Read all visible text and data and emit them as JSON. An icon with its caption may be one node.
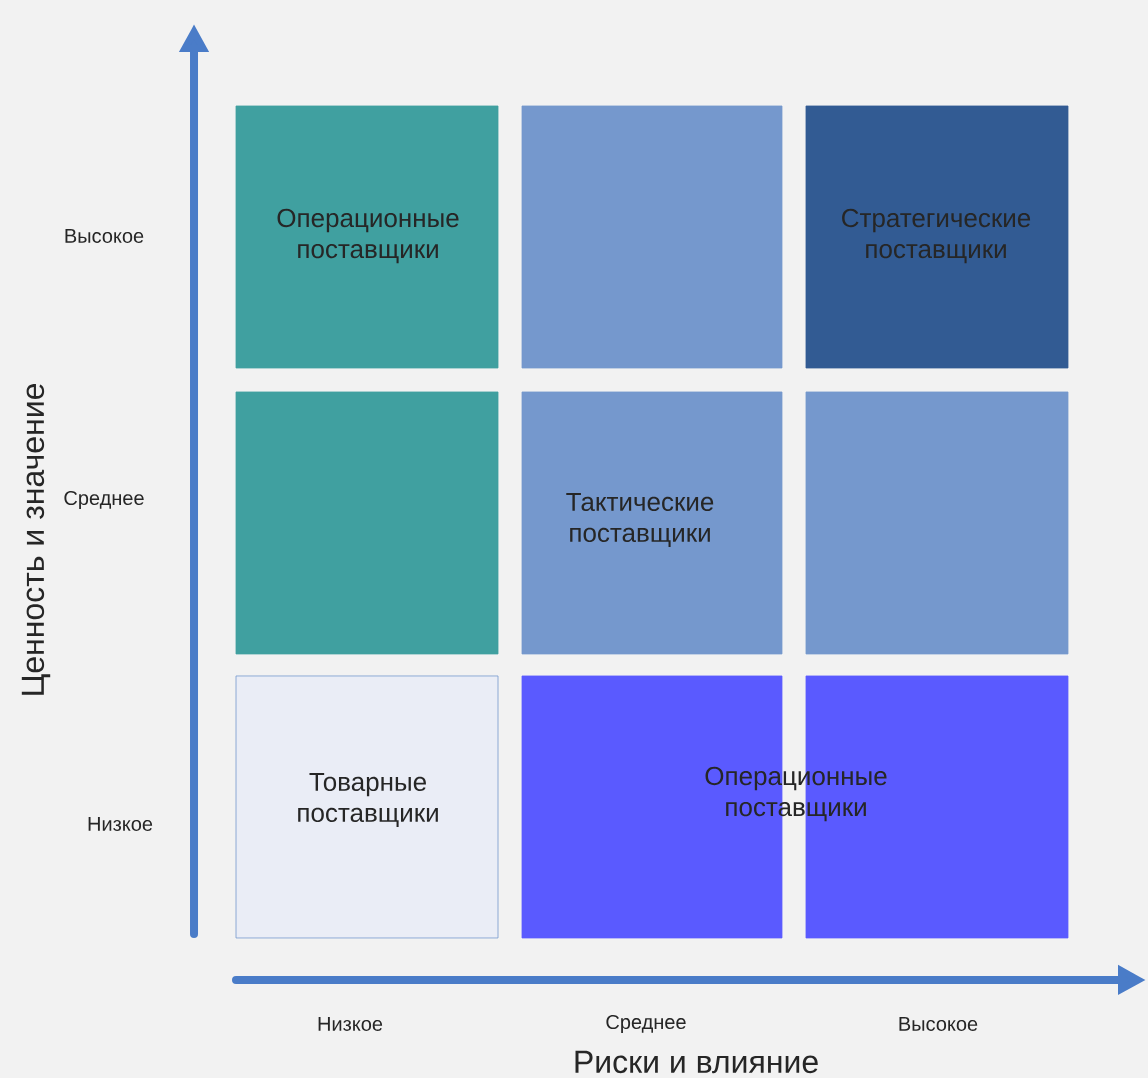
{
  "diagram": {
    "nodes": [
      {
        "text": [
          "Операционные поставщики"
        ]
      },
      {
        "text": [],
        "shape": "box"
      },
      {
        "text": [
          "Стратегические поставщики"
        ]
      },
      {
        "text": [],
        "shape": "box"
      },
      {
        "text": [
          "Тактические поставщики"
        ]
      },
      {
        "text": [],
        "shape": "box"
      },
      {
        "text": [
          "Товарные поставщики"
        ]
      },
      {
        "text": [
          "Операционные поставщики"
        ]
      },
      {
        "text": [],
        "shape": "box"
      }
    ],
    "labels": [
      "Ценность и значение",
      "Высокое",
      "Среднее",
      "Низкое",
      "Низкое",
      "Среднее",
      "Высокое",
      "Риски и влияние"
    ]
  }
}
